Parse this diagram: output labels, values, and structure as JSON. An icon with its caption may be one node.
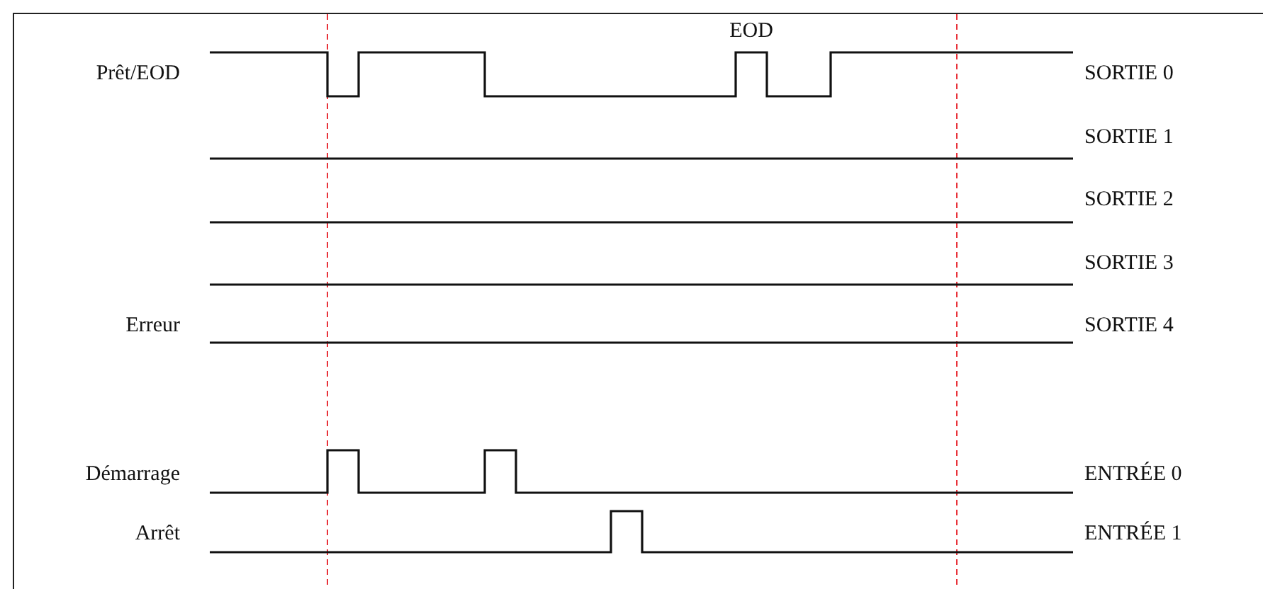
{
  "diagram": {
    "labels": [
      "EOD",
      "Prêt/EOD",
      "SORTIE 0",
      "SORTIE 1",
      "SORTIE 2",
      "SORTIE 3",
      "Erreur",
      "SORTIE 4",
      "Démarrage",
      "ENTRÉE 0",
      "Arrêt",
      "ENTRÉE 1"
    ]
  }
}
